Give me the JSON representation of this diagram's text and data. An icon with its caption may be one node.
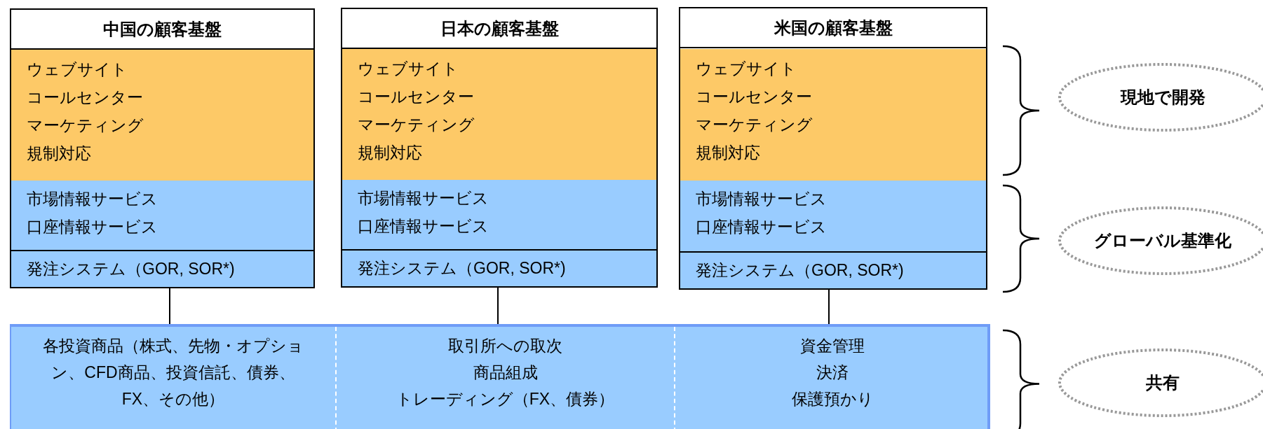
{
  "diagram": {
    "nodes": [
      {
        "text": [
          "中国の顧客基盤"
        ]
      },
      {
        "text": [
          "ウェブサイト",
          "コールセンター",
          "マーケティング",
          "規制対応"
        ],
        "in": 0
      },
      {
        "text": [
          "市場情報サービス",
          "口座情報サービス"
        ],
        "in": 0
      },
      {
        "text": [
          "発注システム（GOR, SOR*)"
        ],
        "in": 0
      },
      {
        "text": [
          "日本の顧客基盤"
        ]
      },
      {
        "text": [
          "ウェブサイト",
          "コールセンター",
          "マーケティング",
          "規制対応"
        ],
        "in": 4
      },
      {
        "text": [
          "市場情報サービス",
          "口座情報サービス"
        ],
        "in": 4
      },
      {
        "text": [
          "発注システム（GOR, SOR*)"
        ],
        "in": 4
      },
      {
        "text": [
          "米国の顧客基盤"
        ]
      },
      {
        "text": [
          "ウェブサイト",
          "コールセンター",
          "マーケティング",
          "規制対応"
        ],
        "in": 8
      },
      {
        "text": [
          "市場情報サービス",
          "口座情報サービス"
        ],
        "in": 8
      },
      {
        "text": [
          "発注システム（GOR, SOR*)"
        ],
        "in": 8
      },
      {
        "text": [],
        "shape": "box"
      },
      {
        "text": [
          "各投資商品（株式、先物・オプション、CFD商品、投資信託、債券、FX、その他）"
        ],
        "in": 12
      },
      {
        "text": [
          "取引所への取次",
          "商品組成",
          "トレーディング（FX、債券）"
        ],
        "in": 12
      },
      {
        "text": [
          "資金管理",
          "決済",
          "保護預かり"
        ],
        "in": 12
      },
      {
        "text": [
          "現地で開発"
        ]
      },
      {
        "text": [
          "グローバル基準化"
        ]
      },
      {
        "text": [
          "共有"
        ]
      }
    ],
    "edges": [
      {
        "from": 0,
        "to": 13,
        "arrow": "none"
      },
      {
        "from": 4,
        "to": 14,
        "arrow": "none"
      },
      {
        "from": 8,
        "to": 15,
        "arrow": "none"
      }
    ]
  }
}
